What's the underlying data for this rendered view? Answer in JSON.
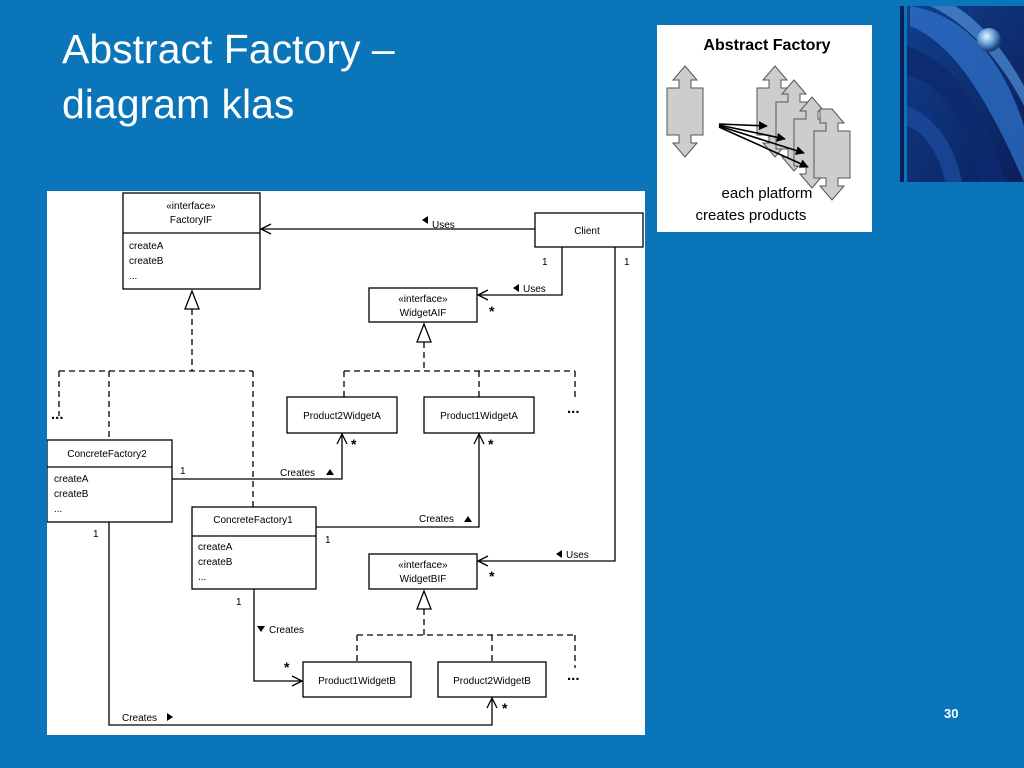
{
  "slide": {
    "title_line1": "Abstract Factory –",
    "title_line2": "diagram klas",
    "page_number": "30"
  },
  "inset": {
    "title": "Abstract Factory",
    "caption_line1": "each platform",
    "caption_line2": "creates products"
  },
  "uml": {
    "factory_if": {
      "stereotype": "«interface»",
      "name": "FactoryIF",
      "ops": [
        "createA",
        "createB",
        "..."
      ]
    },
    "client": {
      "name": "Client"
    },
    "widget_a_if": {
      "stereotype": "«interface»",
      "name": "WidgetAIF"
    },
    "widget_b_if": {
      "stereotype": "«interface»",
      "name": "WidgetBIF"
    },
    "concrete_factory2": {
      "name": "ConcreteFactory2",
      "ops": [
        "createA",
        "createB",
        "..."
      ]
    },
    "concrete_factory1": {
      "name": "ConcreteFactory1",
      "ops": [
        "createA",
        "createB",
        "..."
      ]
    },
    "product2_widget_a": "Product2WidgetA",
    "product1_widget_a": "Product1WidgetA",
    "product1_widget_b": "Product1WidgetB",
    "product2_widget_b": "Product2WidgetB",
    "labels": {
      "uses": "Uses",
      "creates": "Creates",
      "one": "1",
      "many": "*",
      "ellipsis": "..."
    }
  }
}
